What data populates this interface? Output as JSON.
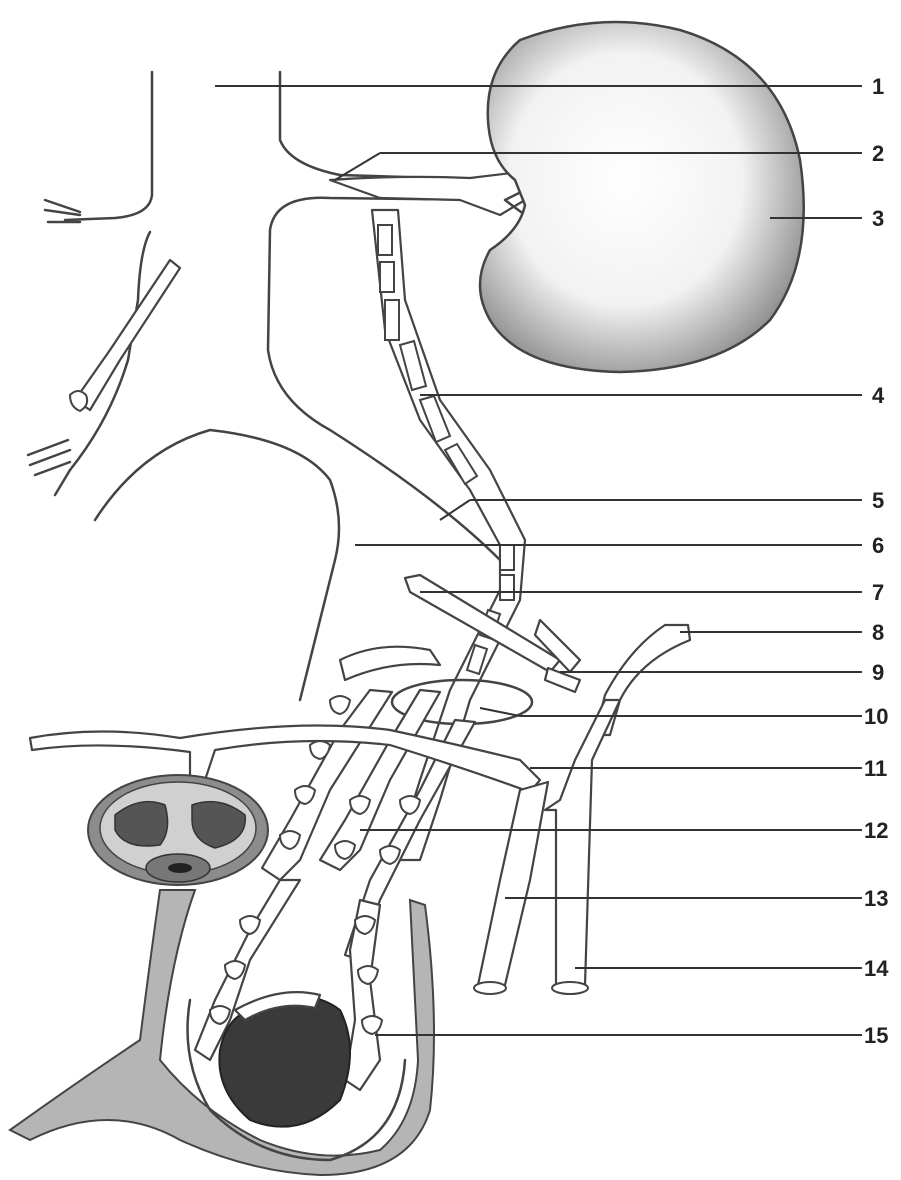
{
  "labels": [
    {
      "id": "1",
      "text": "1"
    },
    {
      "id": "2",
      "text": "2"
    },
    {
      "id": "3",
      "text": "3"
    },
    {
      "id": "4",
      "text": "4"
    },
    {
      "id": "5",
      "text": "5"
    },
    {
      "id": "6",
      "text": "6"
    },
    {
      "id": "7",
      "text": "7"
    },
    {
      "id": "8",
      "text": "8"
    },
    {
      "id": "9",
      "text": "9"
    },
    {
      "id": "10",
      "text": "10"
    },
    {
      "id": "11",
      "text": "11"
    },
    {
      "id": "12",
      "text": "12"
    },
    {
      "id": "13",
      "text": "13"
    },
    {
      "id": "14",
      "text": "14"
    },
    {
      "id": "15",
      "text": "15"
    }
  ],
  "colors": {
    "line": "#444444",
    "kidney_shade": "#9a9a9a",
    "testis": "#3a3a3a",
    "cross_section_gray": "#8c8c8c",
    "scrotum_gray": "#b5b5b5"
  }
}
